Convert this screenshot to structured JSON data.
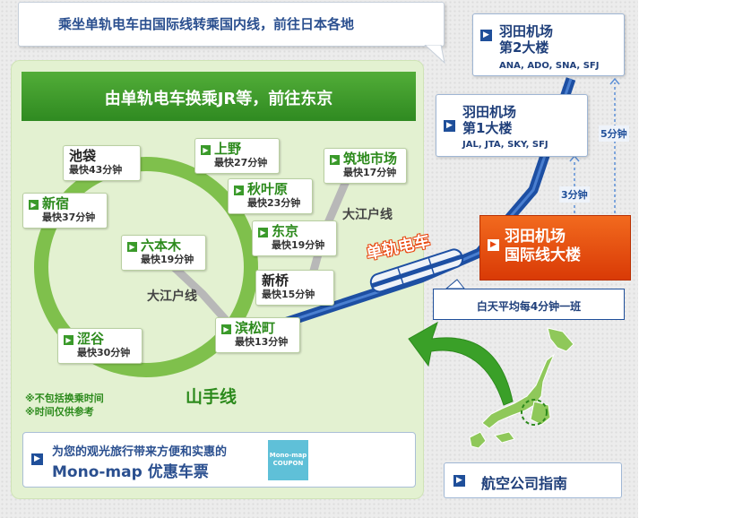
{
  "header": {
    "title": "乘坐单轨电车由国际线转乘国内线，前往日本各地"
  },
  "green_header": "由单轨电车换乘JR等，前往东京",
  "stations": [
    {
      "name": "池袋",
      "time": "最快43分钟",
      "highlight": false
    },
    {
      "name": "上野",
      "time": "最快27分钟",
      "highlight": true
    },
    {
      "name": "筑地市场",
      "time": "最快17分钟",
      "highlight": true
    },
    {
      "name": "新宿",
      "time": "最快37分钟",
      "highlight": true
    },
    {
      "name": "秋叶原",
      "time": "最快23分钟",
      "highlight": true
    },
    {
      "name": "东京",
      "time": "最快19分钟",
      "highlight": true
    },
    {
      "name": "六本木",
      "time": "最快19分钟",
      "highlight": true
    },
    {
      "name": "新桥",
      "time": "最快15分钟",
      "highlight": false
    },
    {
      "name": "涩谷",
      "time": "最快30分钟",
      "highlight": true
    },
    {
      "name": "滨松町",
      "time": "最快13分钟",
      "highlight": true
    }
  ],
  "line_labels": {
    "oedo_1": "大江户线",
    "oedo_2": "大江户线",
    "yamanote": "山手线"
  },
  "notes": [
    "※不包括换乘时间",
    "※时间仅供参考"
  ],
  "coupon": {
    "line1": "为您的观光旅行带来方便和实惠的",
    "line2": "Mono-map  优惠车票",
    "logo_text": "Mono-map COUPON"
  },
  "terminals": {
    "t2": {
      "name": "羽田机场\n第2大楼",
      "codes": "ANA, ADO, SNA, SFJ"
    },
    "t1": {
      "name": "羽田机场\n第1大楼",
      "codes": "JAL, JTA, SKY, SFJ"
    },
    "intl": {
      "name": "羽田机场\n国际线大楼"
    }
  },
  "durations": {
    "to_t2": "5分钟",
    "to_t1": "3分钟"
  },
  "monorail_label": "单轨电车",
  "frequency": "白天平均每4分钟一班",
  "airline_guide": "航空公司指南",
  "colors": {
    "navy": "#1f4f9a",
    "green": "#3d9b2b",
    "orange": "#e8460e"
  },
  "icons": [
    "arrow-right-icon",
    "train-icon",
    "japan-map-icon"
  ]
}
